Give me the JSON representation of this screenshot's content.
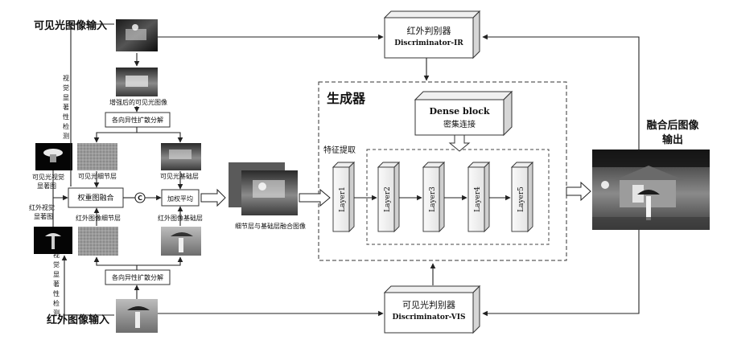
{
  "labels": {
    "visible_input": "可见光图像输入",
    "infrared_input": "红外图像输入",
    "visual_saliency_top": "视觉显著性检测",
    "visual_saliency_bottom": "视觉显著性检测",
    "enhanced_visible": "增强后的可见光图像",
    "aniso_top": "各向异性扩散分解",
    "aniso_bottom": "各向异性扩散分解",
    "visible_saliency_map": "可见光视觉显著图",
    "infrared_saliency_map": "红外视觉显著图",
    "visible_detail": "可见光细节层",
    "visible_base": "可见光基础层",
    "infrared_detail": "红外图像细节层",
    "infrared_base": "红外图像基础层",
    "weight_fusion": "权重图融合",
    "concat_symbol": "C",
    "weighted_avg": "加权平均",
    "fused_layers": "细节层与基础层融合图像",
    "generator": "生成器",
    "feature_extract": "特征提取",
    "dense_block_en": "Dense block",
    "dense_block_cn": "密集连接",
    "layers": [
      "Layer1",
      "Layer2",
      "Layer3",
      "Layer4",
      "Layer5"
    ],
    "disc_ir_cn": "红外判别器",
    "disc_ir_en": "Discriminator-IR",
    "disc_vis_cn": "可见光判别器",
    "disc_vis_en": "Discriminator-VIS",
    "output_line1": "融合后图像",
    "output_line2": "输出"
  }
}
